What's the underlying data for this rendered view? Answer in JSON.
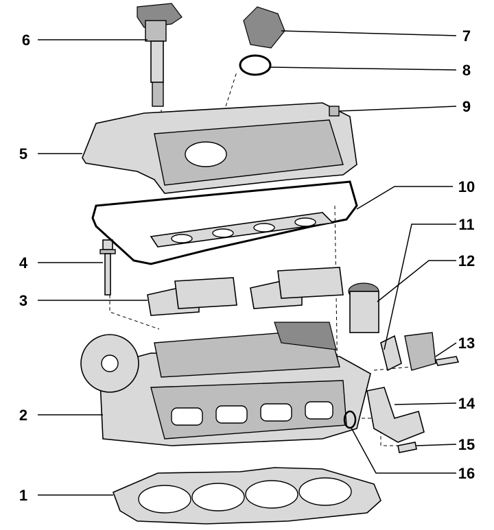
{
  "diagram": {
    "type": "exploded-view",
    "callouts": [
      "1",
      "2",
      "3",
      "4",
      "5",
      "6",
      "7",
      "8",
      "9",
      "10",
      "11",
      "12",
      "13",
      "14",
      "15",
      "16"
    ]
  }
}
